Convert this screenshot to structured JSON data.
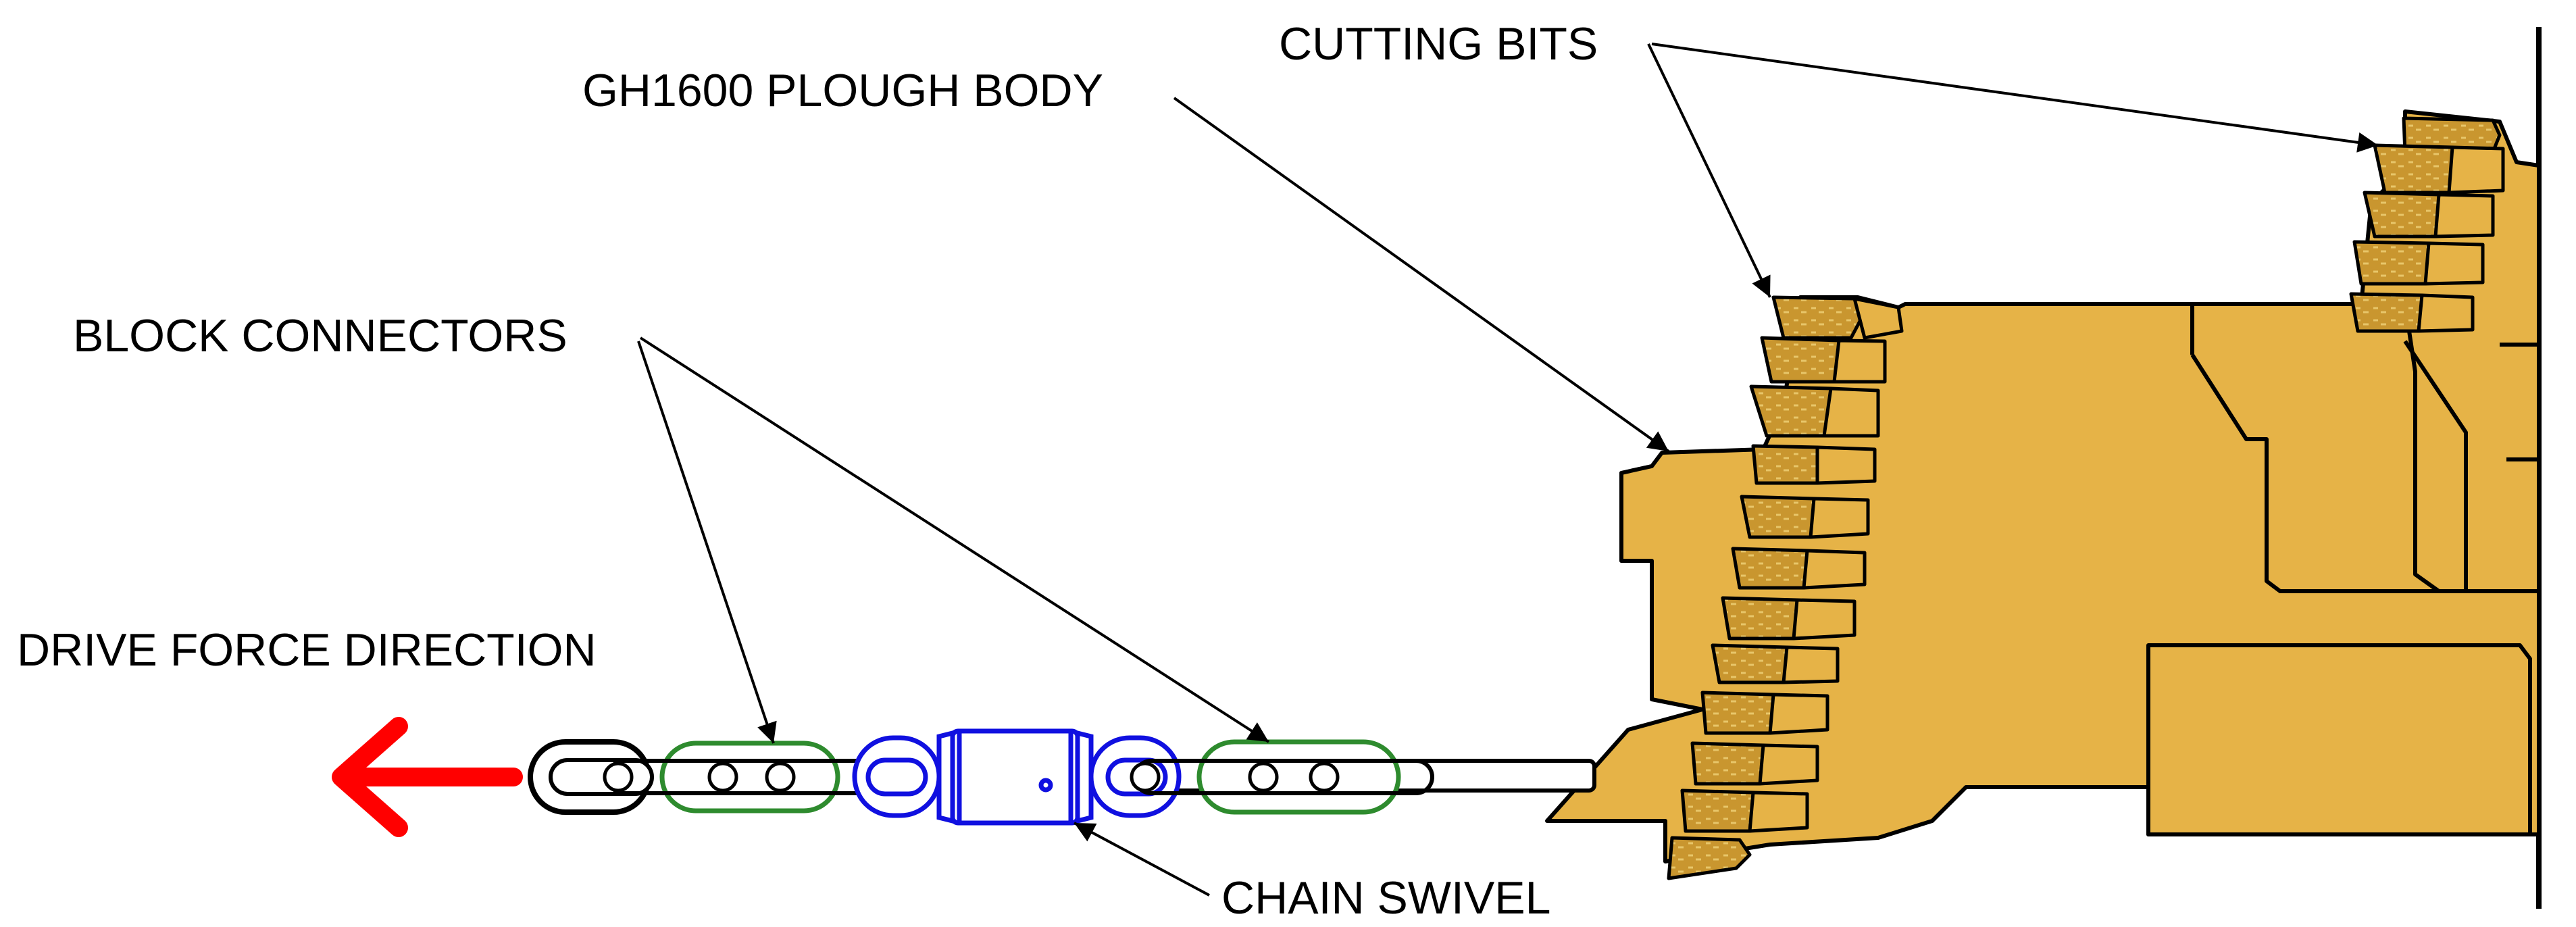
{
  "labels": {
    "cutting_bits": "CUTTING BITS",
    "plough_body": "GH1600 PLOUGH BODY",
    "block_connectors": "BLOCK CONNECTORS",
    "drive_force": "DRIVE FORCE DIRECTION",
    "chain_swivel": "CHAIN SWIVEL"
  },
  "colors": {
    "plough_body": "#E6B347",
    "cutting_bit": "#C9962F",
    "outline": "#000000",
    "block_connector": "#2E8B2E",
    "chain_swivel": "#1010E0",
    "drive_arrow": "#FF0000"
  },
  "icons": {
    "drive_arrow": "left-arrow-icon"
  }
}
